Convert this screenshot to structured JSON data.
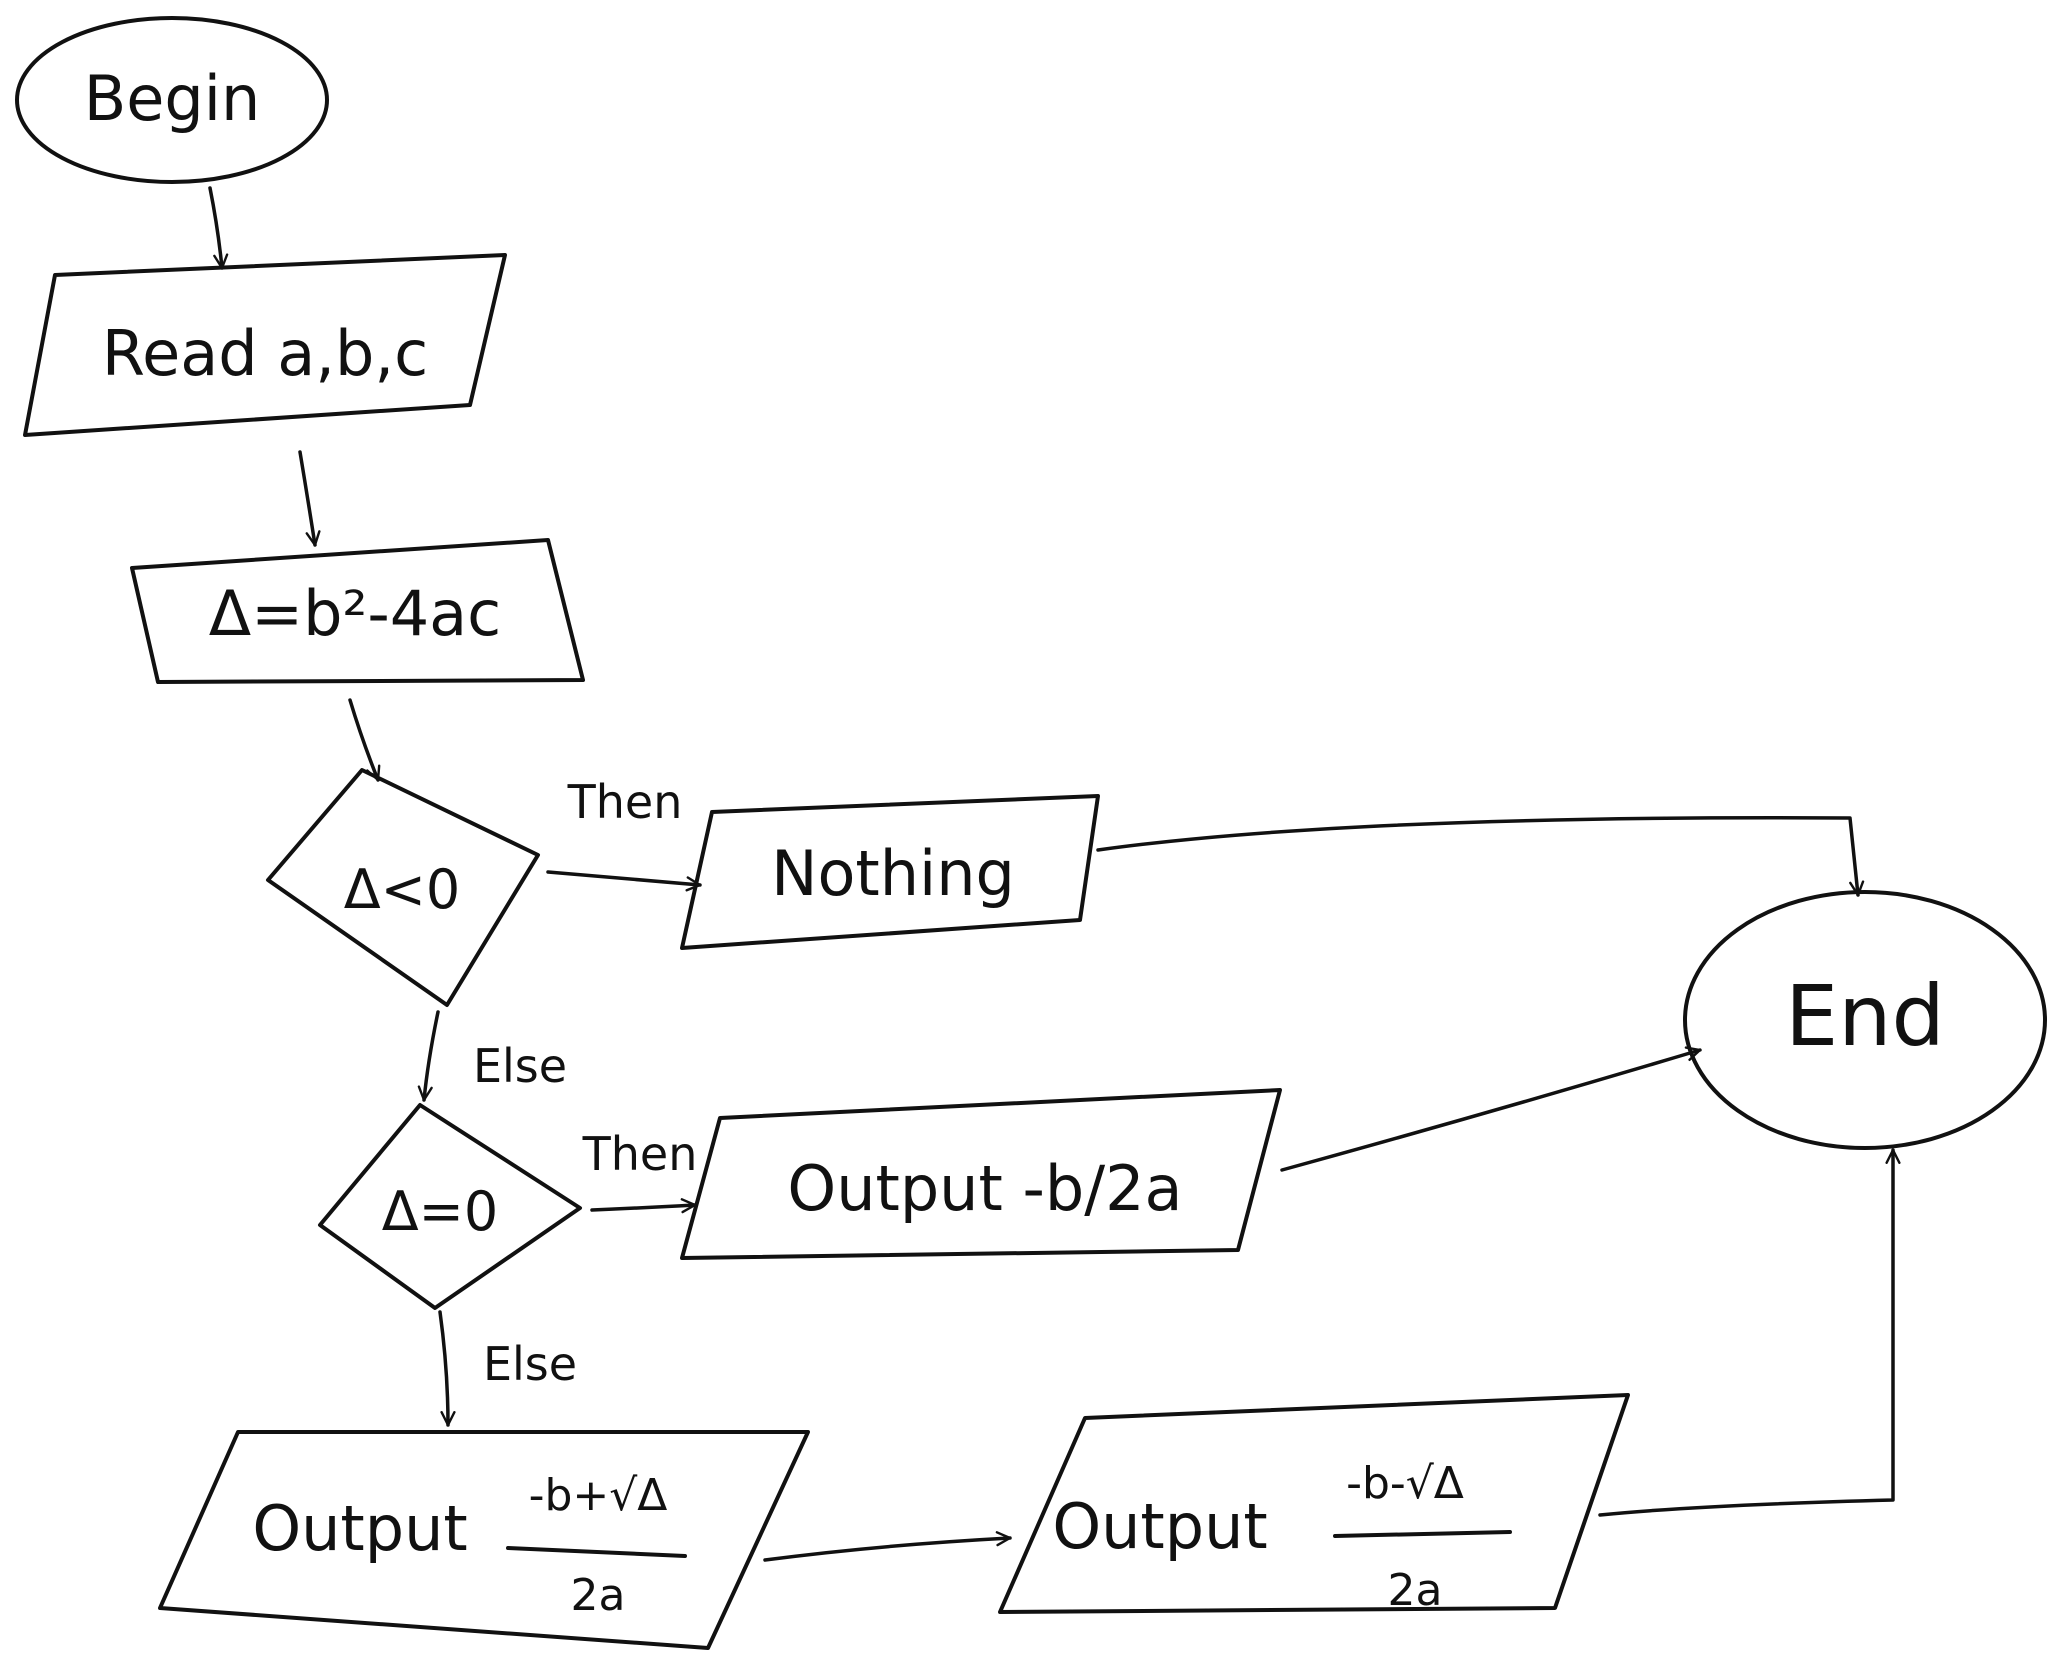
{
  "nodes": {
    "begin": "Begin",
    "read": "Read a,b,c",
    "delta": "Δ=b²-4ac",
    "cond_neg": "Δ<0",
    "nothing": "Nothing",
    "end": "End",
    "cond_zero": "Δ=0",
    "out_single": "Output -b/2a",
    "out_root1_prefix": "Output",
    "out_root1_num": "-b+√Δ",
    "out_root1_den": "2a",
    "out_root2_prefix": "Output",
    "out_root2_num": "-b-√Δ",
    "out_root2_den": "2a"
  },
  "edges": {
    "then_1": "Then",
    "else_1": "Else",
    "then_2": "Then",
    "else_2": "Else"
  }
}
